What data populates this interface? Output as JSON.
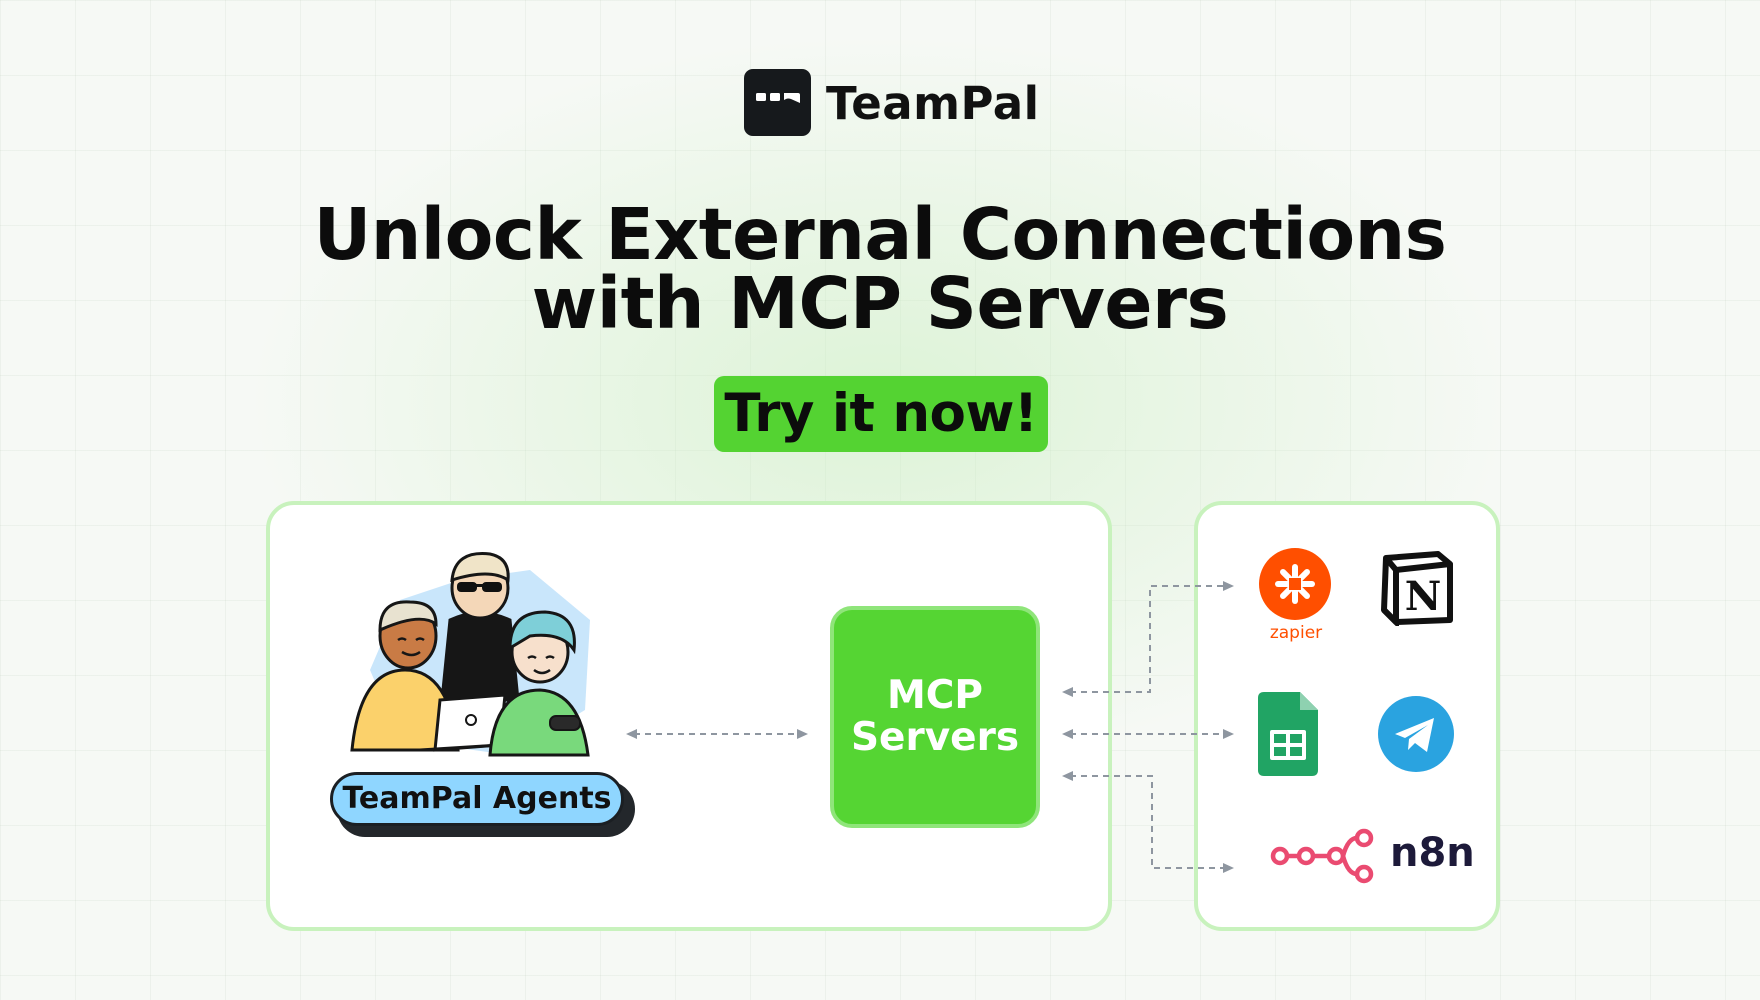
{
  "brand": {
    "name": "TeamPal",
    "logo_icon": "teampal-logo-icon"
  },
  "headline": {
    "line1": "Unlock External Connections",
    "line2": "with MCP Servers"
  },
  "cta": {
    "label": "Try it now!",
    "color": "#54d332"
  },
  "diagram": {
    "agents_label": "TeamPal Agents",
    "mcp_label": "MCP\nServers",
    "mcp_color": "#55d533",
    "integrations": [
      {
        "name": "zapier",
        "label": "zapier",
        "icon": "zapier-icon",
        "color": "#ff4f00"
      },
      {
        "name": "notion",
        "label": "",
        "icon": "notion-icon",
        "color": "#111111"
      },
      {
        "name": "google-sheets",
        "label": "",
        "icon": "google-sheets-icon",
        "color": "#23a566"
      },
      {
        "name": "telegram",
        "label": "",
        "icon": "telegram-icon",
        "color": "#2aa3e0"
      },
      {
        "name": "n8n",
        "label": "n8n",
        "icon": "n8n-icon",
        "color": "#ea4b71"
      }
    ]
  },
  "colors": {
    "panel_border": "#c8f2bd",
    "agents_pill": "#8fd6ff",
    "accent_green": "#54d332"
  }
}
